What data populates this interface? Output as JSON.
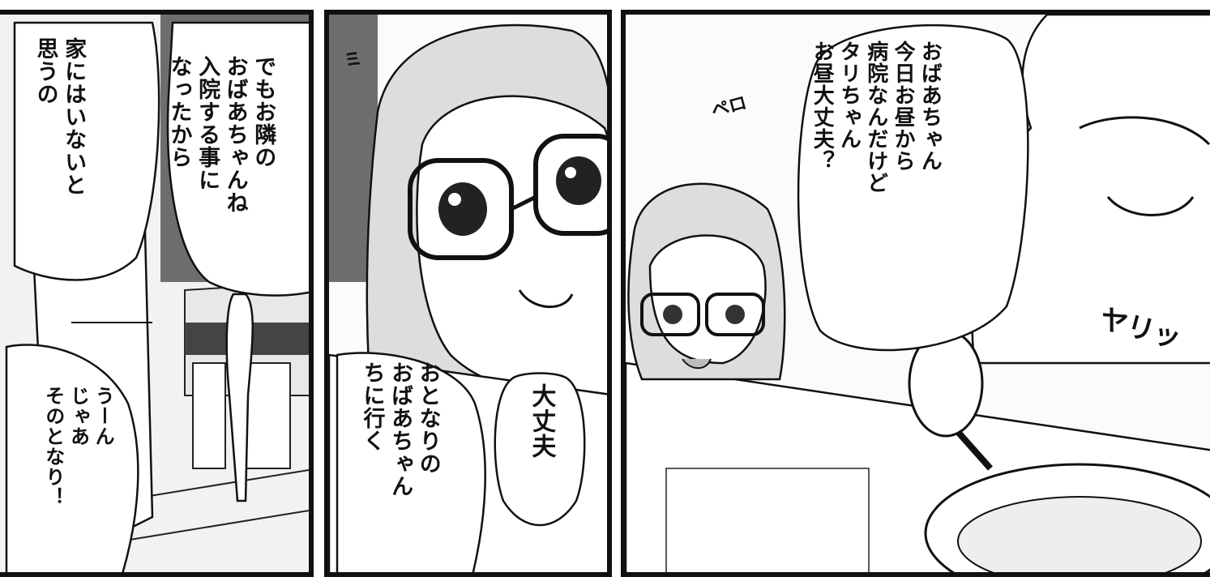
{
  "panels": [
    {
      "bubbles": [
        {
          "text": "でもお隣の\nおばあちゃんね\n入院する事に\nなったから"
        },
        {
          "text": "家にはいないと\n思うの"
        },
        {
          "text": "うーん\nじゃあ\nそのとなり！"
        }
      ]
    },
    {
      "bubbles": [
        {
          "text": "大丈夫"
        },
        {
          "text": "おとなりの\nおばあちゃん\nちに行く"
        }
      ],
      "sfx": "ミ"
    },
    {
      "bubbles": [
        {
          "text": "おばあちゃん\n今日お昼から\n病院なんだけど\nタリちゃん\nお昼大丈夫？"
        }
      ],
      "sfx": [
        "ヤリッ",
        "ペロ"
      ]
    }
  ]
}
